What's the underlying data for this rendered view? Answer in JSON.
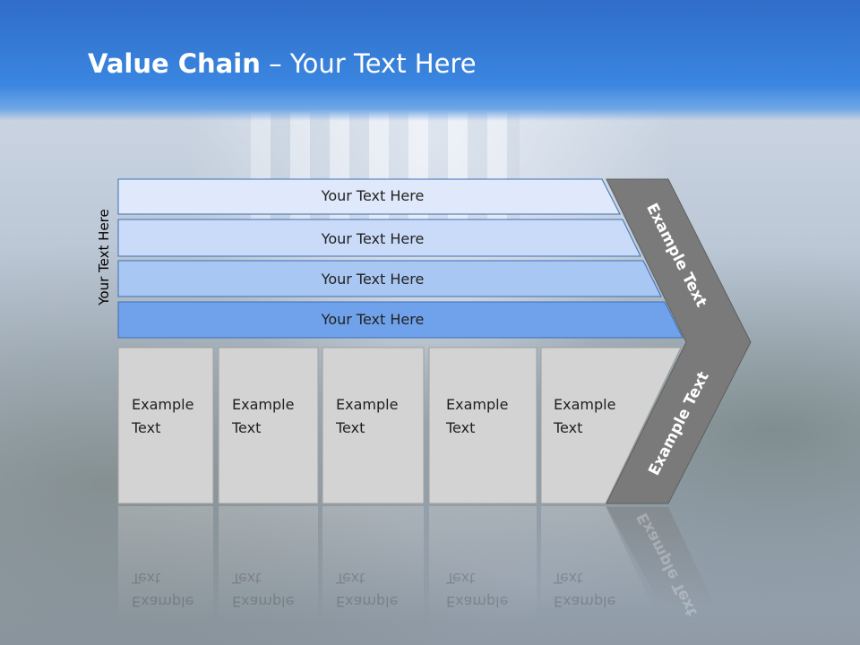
{
  "slide": {
    "title_bold": "Value Chain",
    "title_rest": " – Your Text Here"
  },
  "side_label": "Your Text Here",
  "bars": [
    {
      "label": "Your Text Here",
      "color": "#dfe9fb"
    },
    {
      "label": "Your Text Here",
      "color": "#c9dbf8"
    },
    {
      "label": "Your Text Here",
      "color": "#a9c7f3"
    },
    {
      "label": "Your Text Here",
      "color": "#6fa2ea"
    }
  ],
  "boxes": [
    {
      "line1": "Example",
      "line2": "Text"
    },
    {
      "line1": "Example",
      "line2": "Text"
    },
    {
      "line1": "Example",
      "line2": "Text"
    },
    {
      "line1": "Example",
      "line2": "Text"
    },
    {
      "line1": "Example",
      "line2": "Text"
    }
  ],
  "arrow": {
    "upper_label": "Example Text",
    "lower_label": "Example Text",
    "color": "#7a7a7a"
  },
  "colors": {
    "box_fill": "#d3d3d3",
    "bar_border": "#3b6fb6",
    "header_blue": "#3a86e0"
  }
}
